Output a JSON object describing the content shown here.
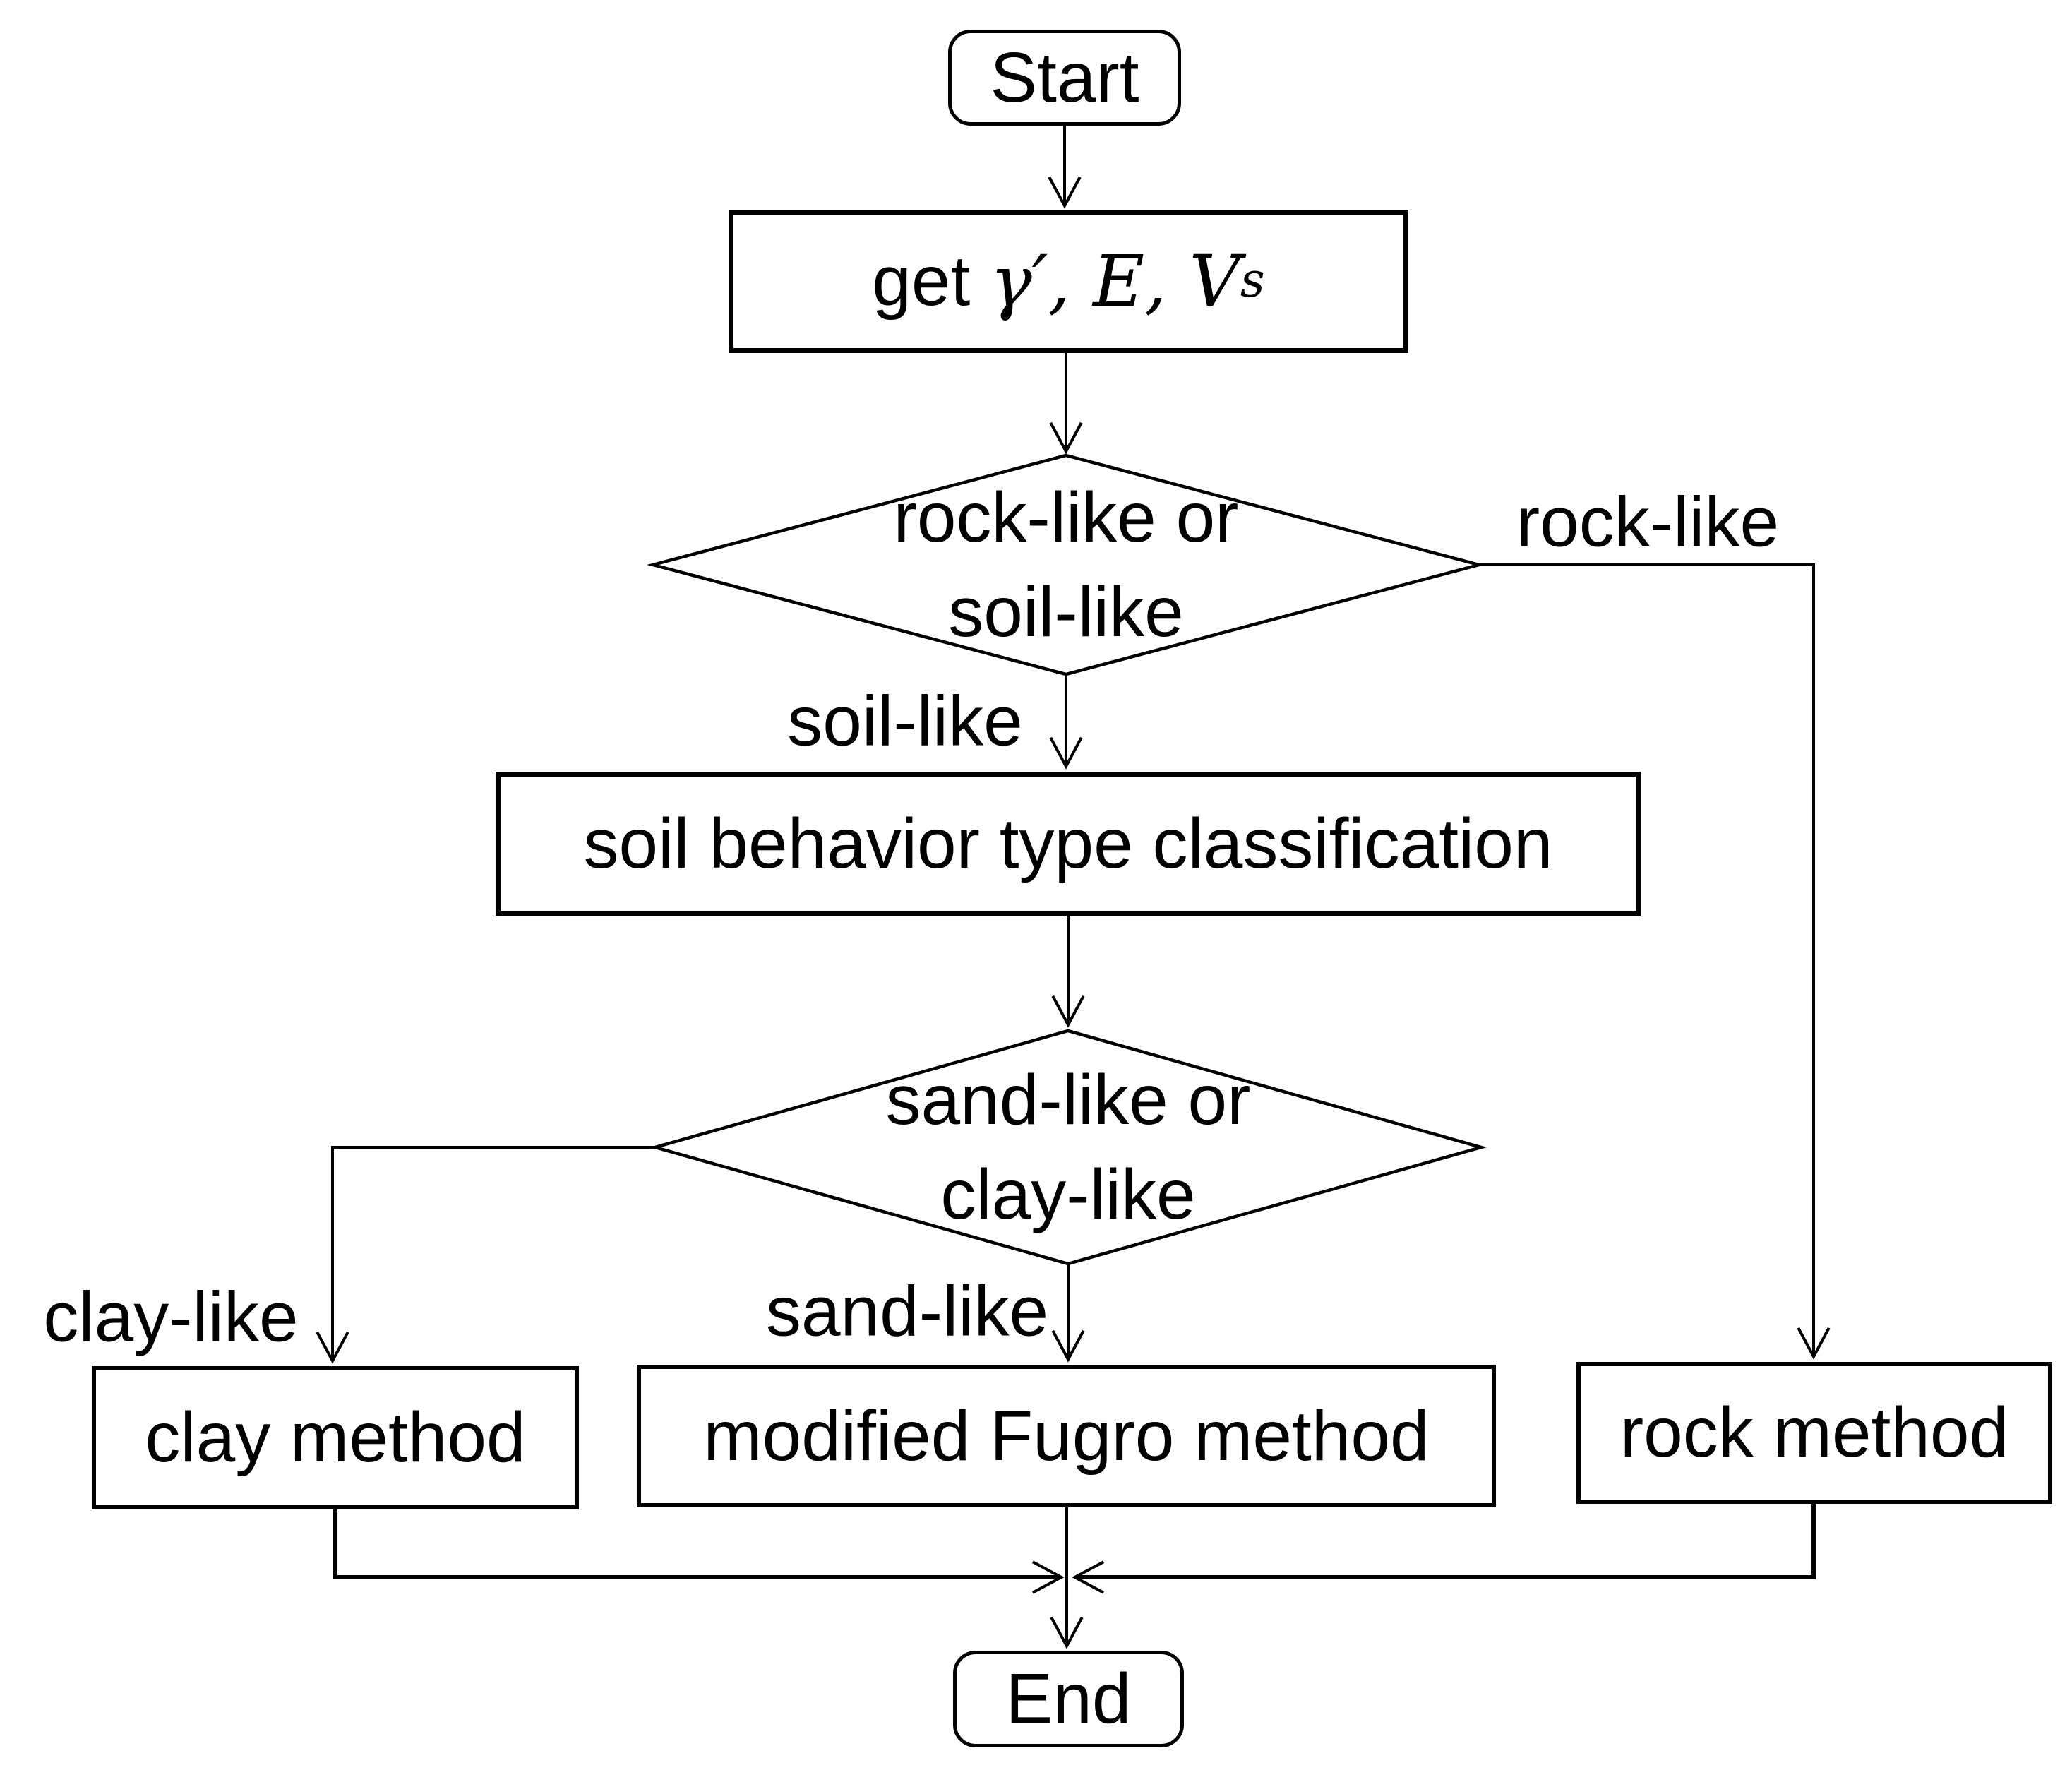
{
  "colors": {
    "background": "#ffffff",
    "stroke": "#000000",
    "text": "#000000"
  },
  "nodes": {
    "start": {
      "label": "Start"
    },
    "get_params": {
      "prefix": "get ",
      "sym_gamma": "γ′, ",
      "sym_modulus": "E, ",
      "sym_velocity": "V",
      "sym_velocity_sub": "s"
    },
    "decision_rock_or_soil": {
      "line1": "rock-like or",
      "line2": "soil-like"
    },
    "soil_classification": {
      "label": "soil behavior type classification"
    },
    "decision_sand_or_clay": {
      "line1": "sand-like or",
      "line2": "clay-like"
    },
    "clay_method": {
      "label": "clay method"
    },
    "fugro_method": {
      "label": "modified Fugro method"
    },
    "rock_method": {
      "label": "rock method"
    },
    "end": {
      "label": "End"
    }
  },
  "edge_labels": {
    "rock_like": "rock-like",
    "soil_like": "soil-like",
    "sand_like": "sand-like",
    "clay_like": "clay-like"
  }
}
